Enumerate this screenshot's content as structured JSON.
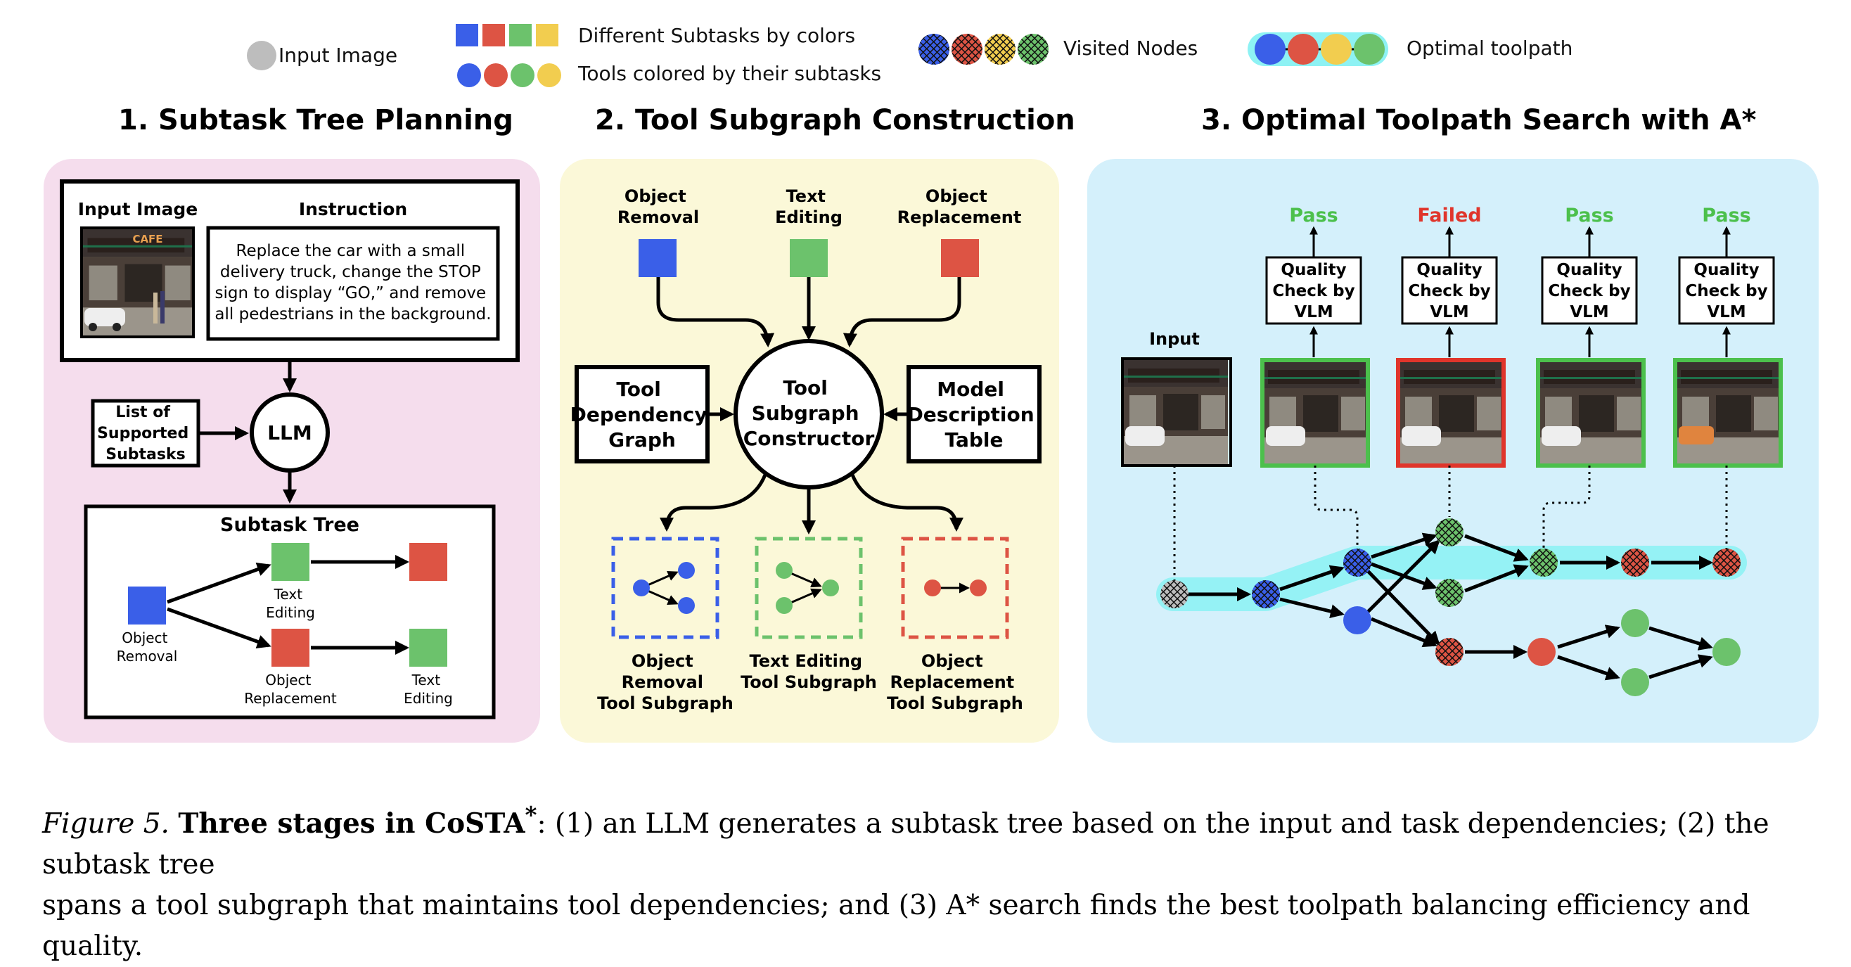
{
  "legend": {
    "input_image": "Input Image",
    "subtask_colors": "Different Subtasks by colors",
    "tool_colors": "Tools colored by their subtasks",
    "visited_nodes": "Visited Nodes",
    "optimal_toolpath": "Optimal toolpath"
  },
  "colors": {
    "blue": "#3a5fe8",
    "red": "#dd5444",
    "green": "#6cc26c",
    "yellow": "#f2cd4f",
    "gray": "#bdbdbd",
    "pink_panel": "#f5dded",
    "yellow_panel": "#fbf8d8",
    "blue_panel": "#d4f0fb",
    "path_highlight": "#8ef2f4",
    "pass_green": "#4cc04c",
    "failed_red": "#e0352b"
  },
  "section1": {
    "title": "1. Subtask Tree Planning",
    "input_image_label": "Input Image",
    "instruction_label": "Instruction",
    "instruction_lines": [
      "Replace the car with a small",
      "delivery truck, change the STOP",
      "sign to display “GO,” and remove",
      "all pedestrians in the background."
    ],
    "supported_lines": [
      "List of",
      "Supported",
      "Subtasks"
    ],
    "llm_label": "LLM",
    "tree_title": "Subtask Tree",
    "object_removal_lines": [
      "Object",
      "Removal"
    ],
    "text_editing_lines": [
      "Text",
      "Editing"
    ],
    "object_replacement_lines": [
      "Object",
      "Replacement"
    ],
    "text_editing2_lines": [
      "Text",
      "Editing"
    ]
  },
  "section2": {
    "title": "2. Tool Subgraph Construction",
    "object_removal_lines": [
      "Object",
      "Removal"
    ],
    "text_editing_lines": [
      "Text",
      "Editing"
    ],
    "object_replacement_lines": [
      "Object",
      "Replacement"
    ],
    "tool_dependency_lines": [
      "Tool",
      "Dependency",
      "Graph"
    ],
    "constructor_lines": [
      "Tool",
      "Subgraph",
      "Constructor"
    ],
    "model_desc_lines": [
      "Model",
      "Description",
      "Table"
    ],
    "removal_subgraph_lines": [
      "Object",
      "Removal",
      "Tool Subgraph"
    ],
    "text_subgraph_lines": [
      "Text Editing",
      "Tool Subgraph"
    ],
    "replacement_subgraph_lines": [
      "Object",
      "Replacement",
      "Tool Subgraph"
    ]
  },
  "section3": {
    "title": "3. Optimal Toolpath Search with A*",
    "input_label": "Input",
    "qc_lines": [
      "Quality",
      "Check by",
      "VLM"
    ],
    "results": [
      "Pass",
      "Failed",
      "Pass",
      "Pass"
    ],
    "image_sign_text": "CAFE"
  },
  "caption": {
    "figure_label": "Figure 5.",
    "bold_text": "Three stages in CoSTA",
    "bold_sup": "*",
    "rest_line1": ": (1) an LLM generates a subtask tree based on the input and task dependencies; (2) the subtask tree",
    "line2": "spans a tool subgraph that maintains tool dependencies; and (3) A* search finds the best toolpath balancing efficiency and quality."
  }
}
